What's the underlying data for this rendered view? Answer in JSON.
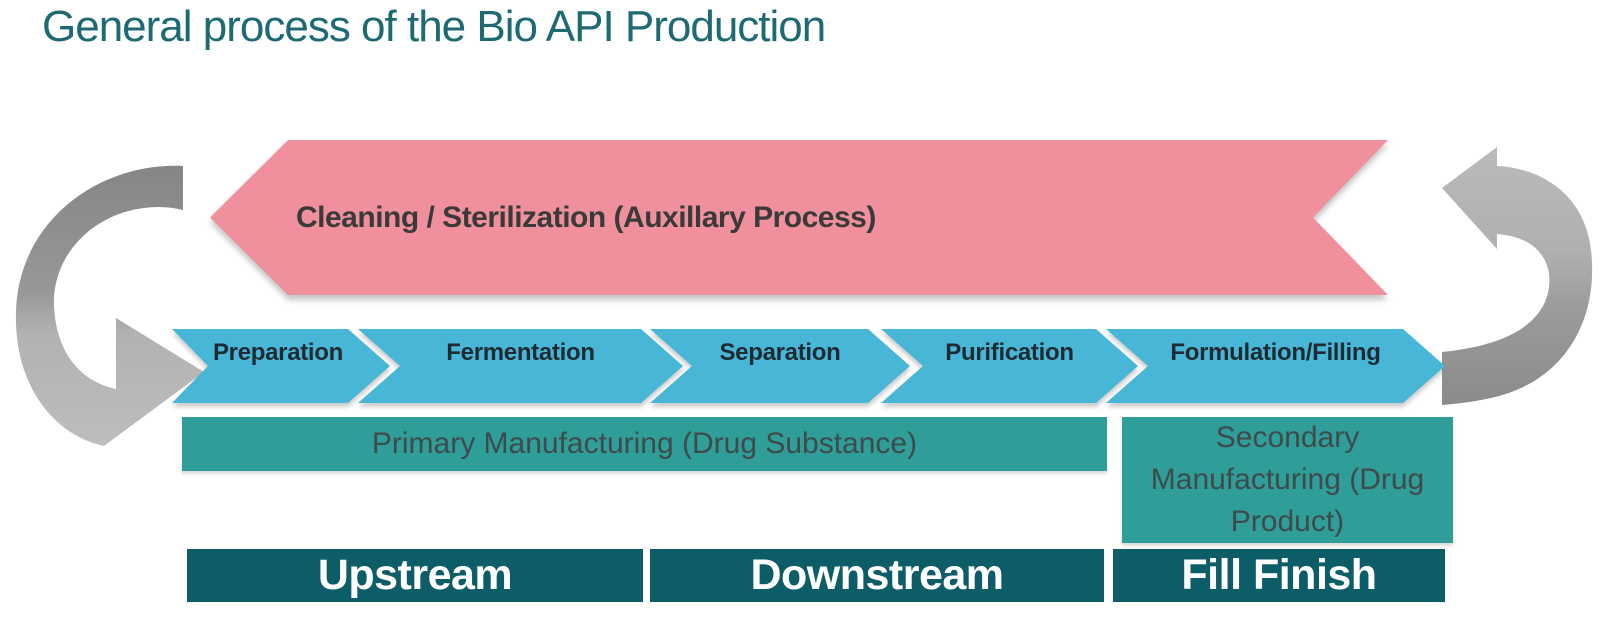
{
  "title": "General process of the Bio API Production",
  "auxiliary_banner": {
    "label": "Cleaning / Sterilization (Auxillary Process)"
  },
  "process_steps": [
    "Preparation",
    "Fermentation",
    "Separation",
    "Purification",
    "Formulation/Filling"
  ],
  "manufacturing": {
    "primary_label": "Primary Manufacturing (Drug Substance)",
    "secondary_label": "Secondary Manufacturing (Drug Product)"
  },
  "stage_footer": [
    "Upstream",
    "Downstream",
    "Fill Finish"
  ],
  "icons": {
    "left": "cycle-arrow-left",
    "right": "cycle-arrow-right"
  },
  "colors": {
    "title_teal": "#1E6A72",
    "banner_pink": "#F0909C",
    "step_blue": "#48B6D6",
    "manufacturing_teal": "#2F9D98",
    "footer_dark_teal": "#0C5D68",
    "banner_text": "#3A3A3A",
    "step_text": "#1F2B33",
    "manufacturing_text": "#3E4A4C",
    "footer_text": "#FFFFFF",
    "cycle_gray_dark": "#8A8A8A",
    "cycle_gray_light": "#B9B9B9"
  }
}
